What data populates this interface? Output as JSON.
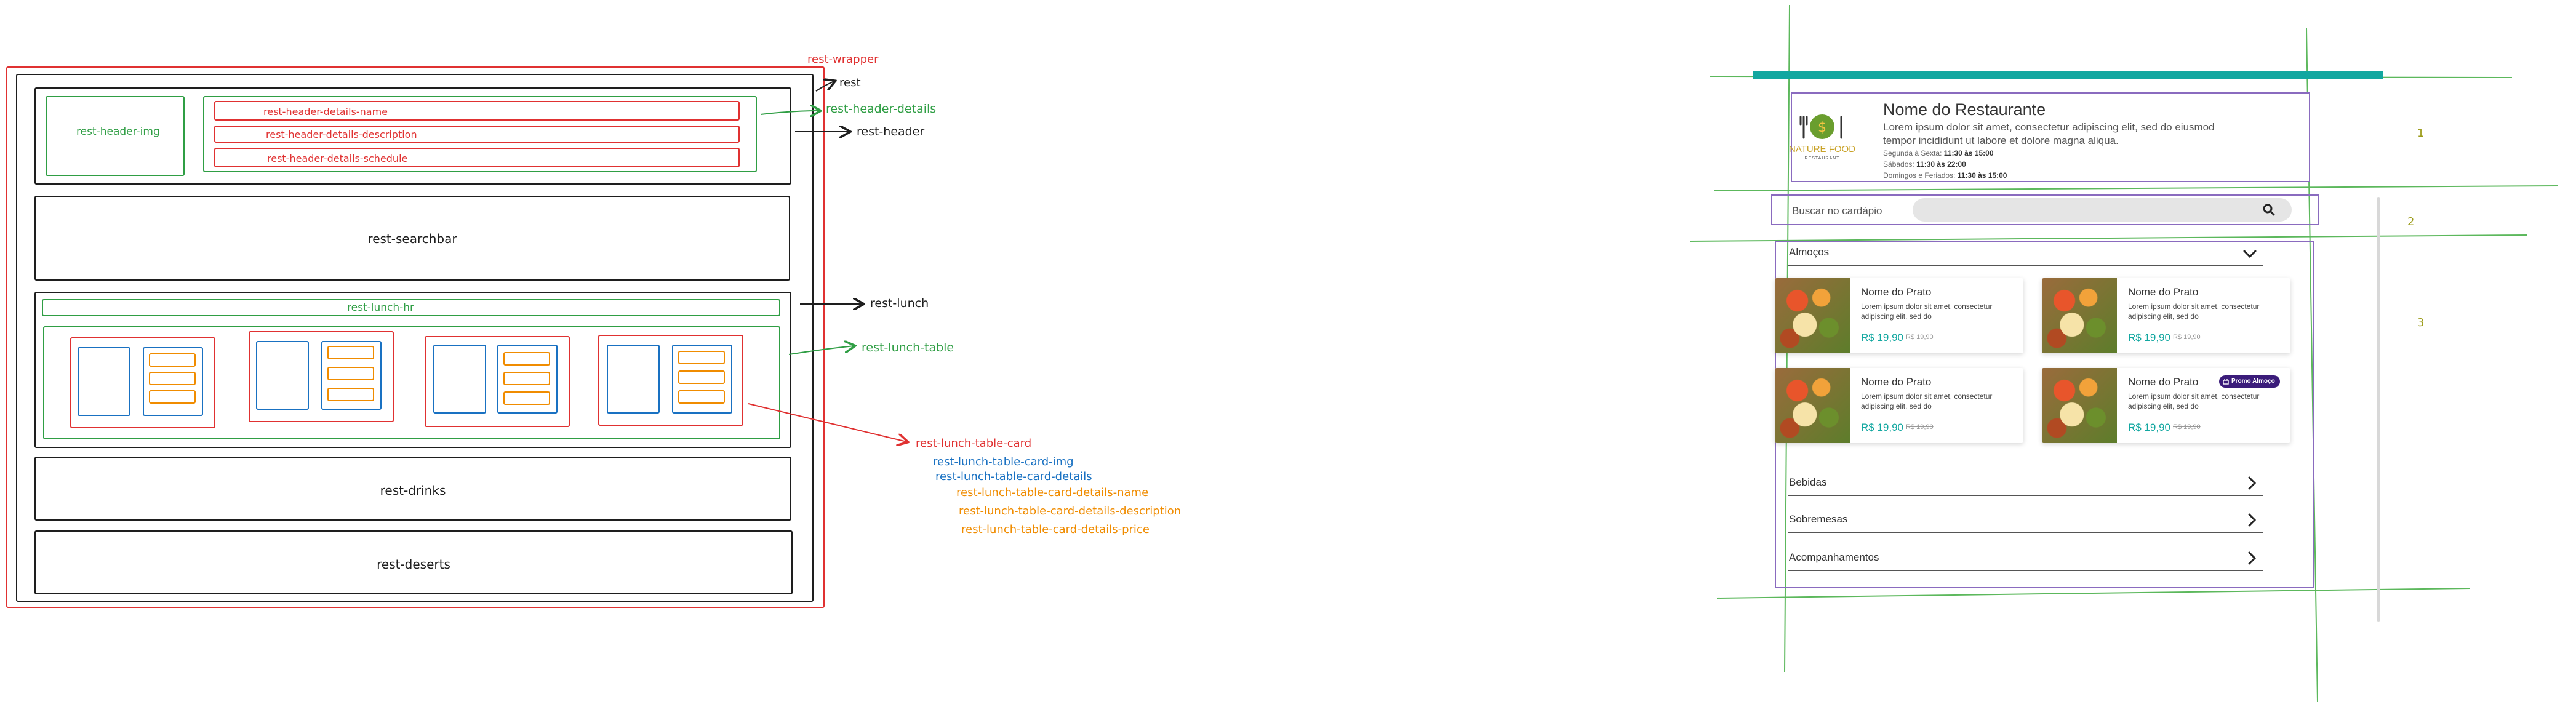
{
  "diagram": {
    "wrapper_label": "rest-wrapper",
    "rest_label": "rest",
    "header_label": "rest-header",
    "header_img_label": "rest-header-img",
    "header_details_label": "rest-header-details",
    "header_details_name": "rest-header-details-name",
    "header_details_description": "rest-header-details-description",
    "header_details_schedule": "rest-header-details-schedule",
    "searchbar_label": "rest-searchbar",
    "lunch_label": "rest-lunch",
    "lunch_hr_label": "rest-lunch-hr",
    "lunch_table_label": "rest-lunch-table",
    "lunch_card_labels": [
      "rest-lunch-table-card",
      "rest-lunch-table-card-img",
      "rest-lunch-table-card-details",
      "rest-lunch-table-card-details-name",
      "rest-lunch-table-card-details-description",
      "rest-lunch-table-card-details-price"
    ],
    "drinks_label": "rest-drinks",
    "deserts_label": "rest-deserts"
  },
  "mockup": {
    "logo": {
      "brand_line1": "NATURE FOOD",
      "brand_line2": "RESTAURANT"
    },
    "restaurant_name": "Nome do Restaurante",
    "restaurant_description": "Lorem ipsum dolor sit amet, consectetur adipiscing elit, sed do eiusmod tempor incididunt ut labore et dolore magna aliqua.",
    "schedule": [
      {
        "days": "Segunda à Sexta:",
        "hours": "11:30 às 15:00"
      },
      {
        "days": "Sábados:",
        "hours": "11:30 às 22:00"
      },
      {
        "days": "Domingos e Feriados:",
        "hours": "11:30 às 15:00"
      }
    ],
    "search_placeholder": "Buscar no cardápio",
    "lunch_category": "Almoços",
    "dishes": [
      {
        "name": "Nome do Prato",
        "description": "Lorem ipsum dolor sit amet, consectetur adipiscing elit, sed do",
        "price": "R$ 19,90",
        "old_price": "R$ 19,90",
        "badge": ""
      },
      {
        "name": "Nome do Prato",
        "description": "Lorem ipsum dolor sit amet, consectetur adipiscing elit, sed do",
        "price": "R$ 19,90",
        "old_price": "R$ 19,90",
        "badge": ""
      },
      {
        "name": "Nome do Prato",
        "description": "Lorem ipsum dolor sit amet, consectetur adipiscing elit, sed do",
        "price": "R$ 19,90",
        "old_price": "R$ 19,90",
        "badge": ""
      },
      {
        "name": "Nome do Prato",
        "description": "Lorem ipsum dolor sit amet, consectetur adipiscing elit, sed do",
        "price": "R$ 19,90",
        "old_price": "R$ 19,90",
        "badge": "Promo Almoço"
      }
    ],
    "categories": [
      "Bebidas",
      "Sobremesas",
      "Acompanhamentos"
    ],
    "section_numbers": [
      "1",
      "2",
      "3"
    ],
    "accent_color": "#12a7a0",
    "badge_color": "#3b1c7a",
    "icons": [
      "search-icon",
      "chevron-down-icon",
      "chevron-right-icon",
      "fork-knife-logo-icon",
      "promo-badge-icon"
    ]
  }
}
